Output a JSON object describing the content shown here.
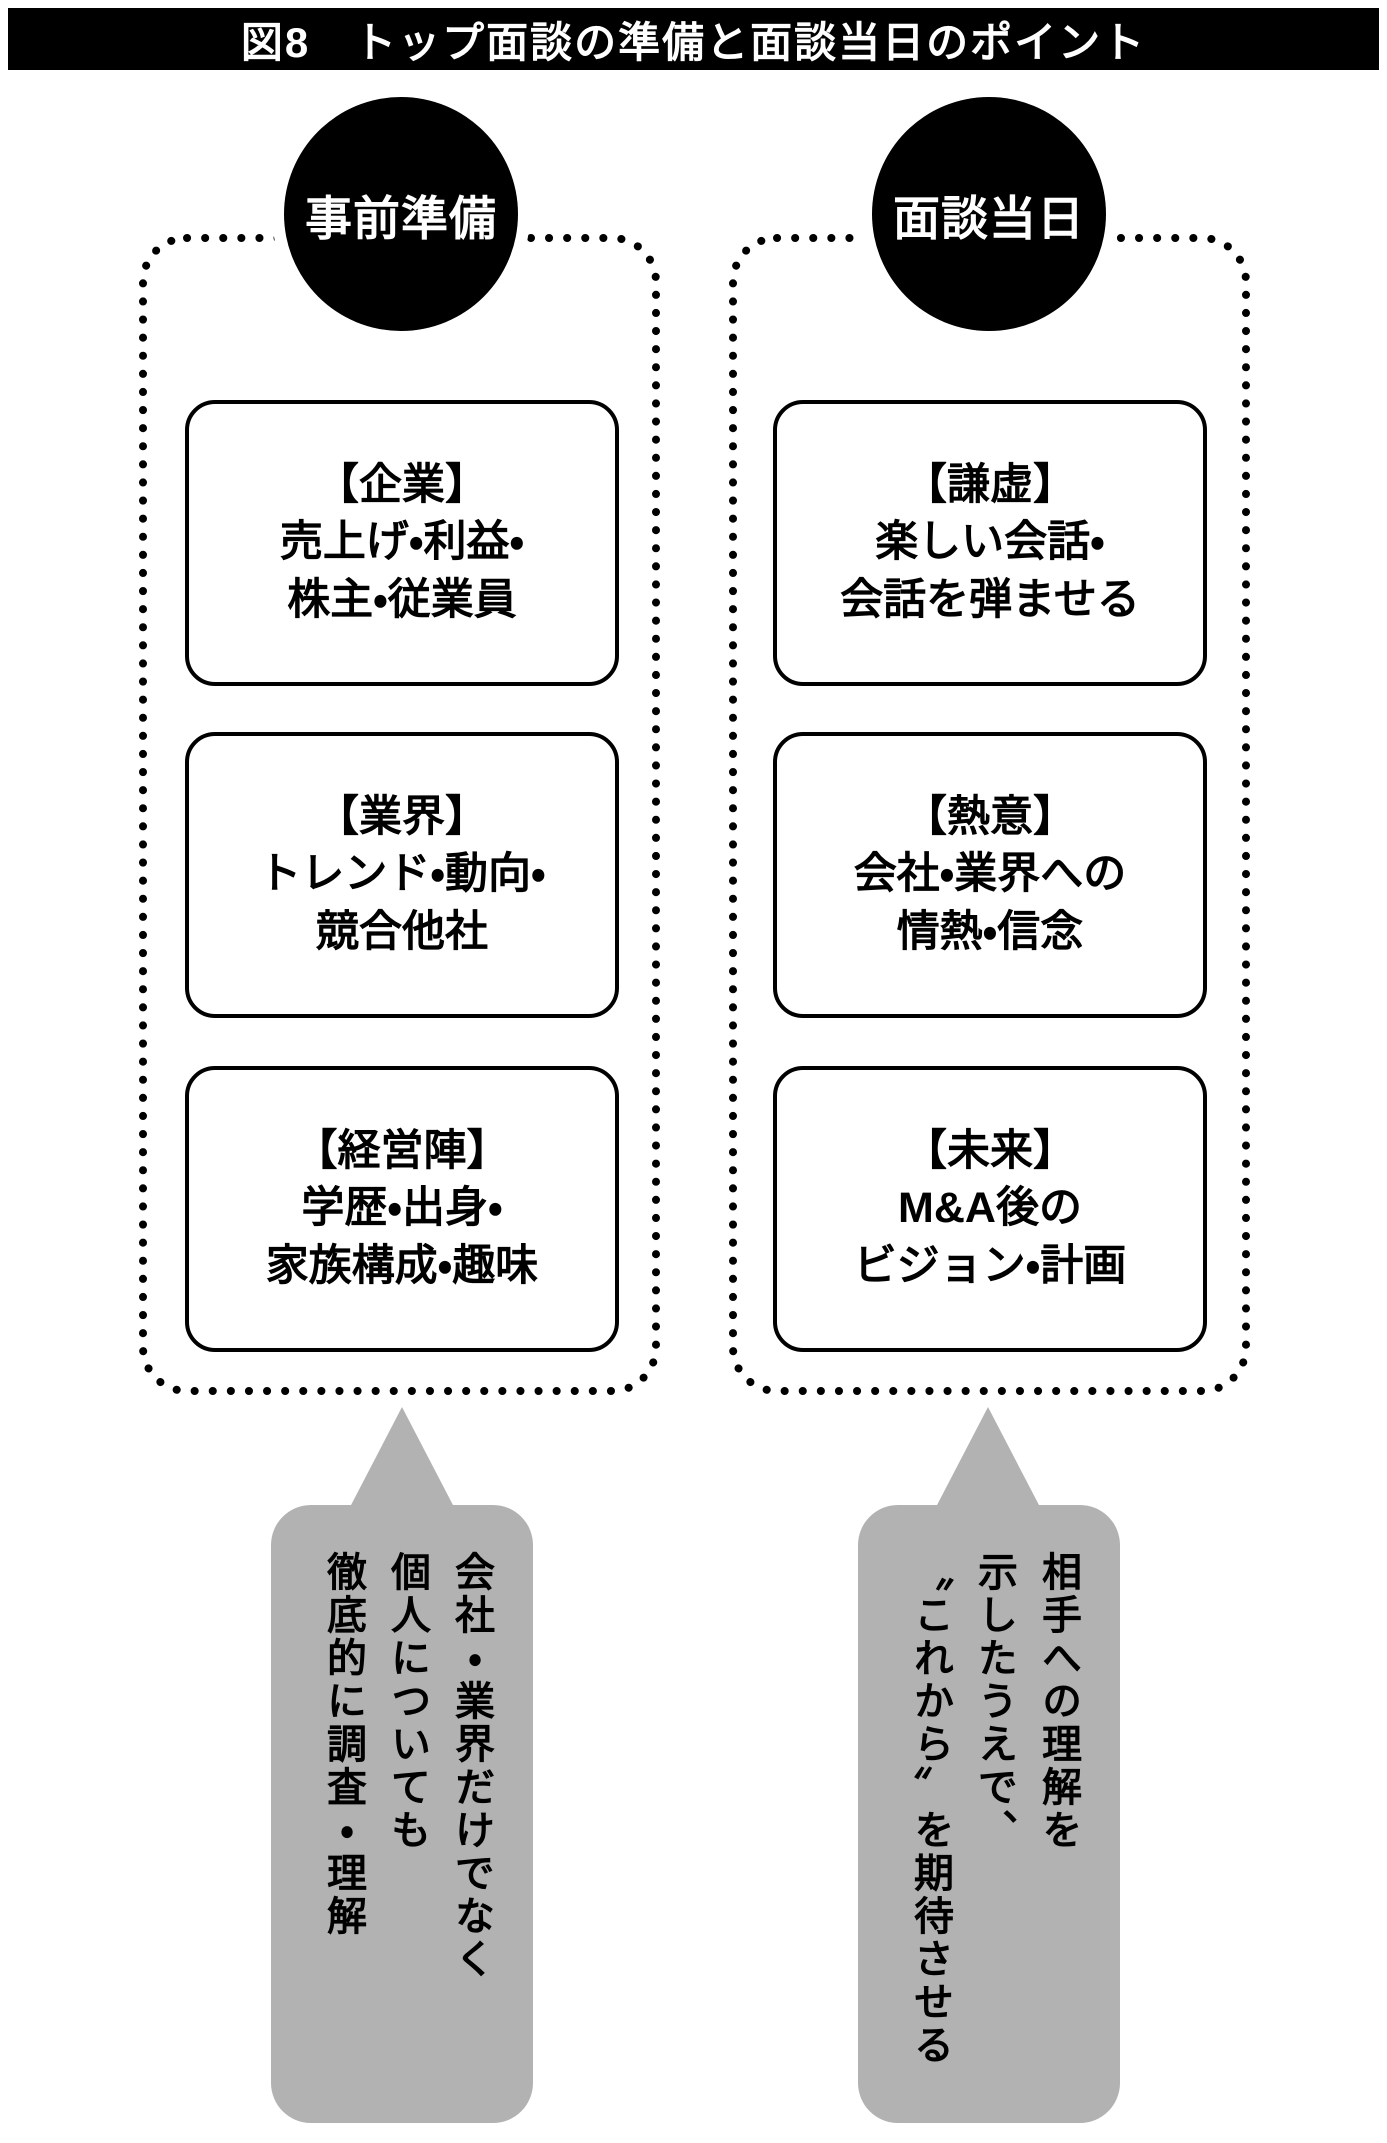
{
  "title": "図8　トップ面談の準備と面談当日のポイント",
  "columns": [
    {
      "badge": "事前準備",
      "boxes": [
        {
          "heading": "【企業】",
          "line1": "売上げ・利益・",
          "line2": "株主・従業員"
        },
        {
          "heading": "【業界】",
          "line1": "トレンド・動向・",
          "line2": "競合他社"
        },
        {
          "heading": "【経営陣】",
          "line1": "学歴・出身・",
          "line2": "家族構成・趣味"
        }
      ],
      "callout_columns": [
        "会社・業界だけでなく",
        "個人についても",
        "徹底的に調査・理解"
      ]
    },
    {
      "badge": "面談当日",
      "boxes": [
        {
          "heading": "【謙虚】",
          "line1": "楽しい会話・",
          "line2": "会話を弾ませる"
        },
        {
          "heading": "【熱意】",
          "line1": "会社・業界への",
          "line2": "情熱・信念"
        },
        {
          "heading": "【未来】",
          "line1": "M&A後の",
          "line2": "ビジョン・計画"
        }
      ],
      "callout_columns": [
        "相手への理解を",
        "示したうえで、",
        "〝これから〟を期待させる"
      ]
    }
  ],
  "colors": {
    "title_bar": "#000000",
    "badge": "#000000",
    "callout": "#b2b2b2",
    "border": "#000000"
  }
}
